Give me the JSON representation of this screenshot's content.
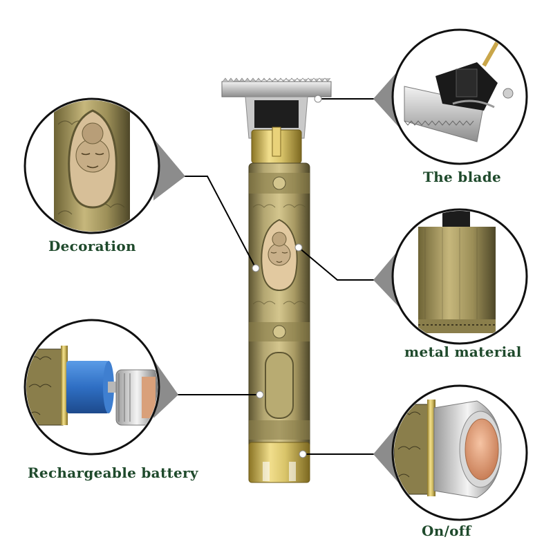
{
  "callouts": {
    "decoration": "Decoration",
    "blade": "The blade",
    "metal": "metal material",
    "battery": "Rechargeable battery",
    "onoff": "On/off"
  },
  "colors": {
    "label": "#1f4a2c",
    "bronze": "#a89a63",
    "bronze_dark": "#5e5632",
    "gold": "#d9c46a",
    "blade_silver": "#c8c8c8",
    "battery_blue": "#2f6fc4",
    "copper": "#e2a07a",
    "pointer": "#888888",
    "leader_line": "#000000"
  },
  "icons": [
    "buddha-relief",
    "cloud-engraving",
    "lotus-band"
  ]
}
